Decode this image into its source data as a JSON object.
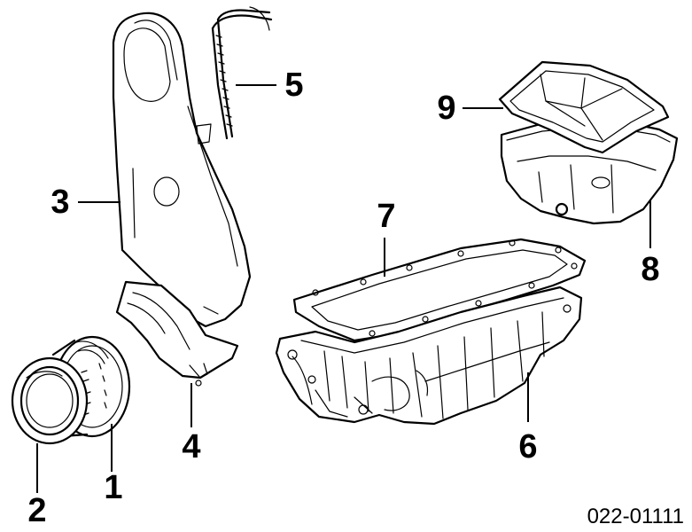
{
  "figure": {
    "callouts": [
      {
        "id": "1",
        "label": "1"
      },
      {
        "id": "2",
        "label": "2"
      },
      {
        "id": "3",
        "label": "3"
      },
      {
        "id": "4",
        "label": "4"
      },
      {
        "id": "5",
        "label": "5"
      },
      {
        "id": "6",
        "label": "6"
      },
      {
        "id": "7",
        "label": "7"
      },
      {
        "id": "8",
        "label": "8"
      },
      {
        "id": "9",
        "label": "9"
      }
    ],
    "part_number": "022-01111"
  }
}
